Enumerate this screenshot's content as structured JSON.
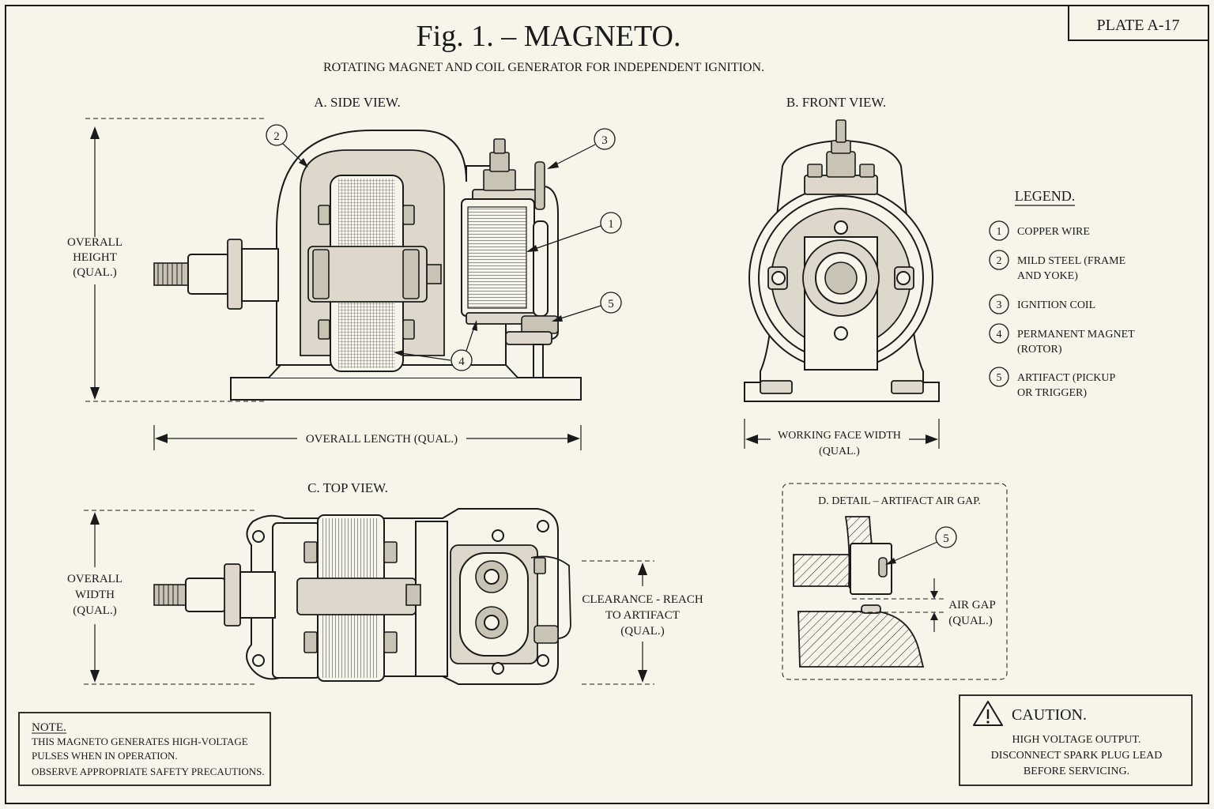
{
  "plate": "PLATE A-17",
  "title": "Fig. 1. – MAGNETO.",
  "subtitle": "ROTATING MAGNET AND COIL GENERATOR FOR INDEPENDENT IGNITION.",
  "views": {
    "side": "A.  SIDE VIEW.",
    "front": "B.  FRONT  VIEW.",
    "top": "C.  TOP  VIEW.",
    "detail": "D.  DETAIL – ARTIFACT AIR GAP."
  },
  "dimensions": {
    "overall_height": [
      "OVERALL",
      "HEIGHT",
      "(QUAL.)"
    ],
    "overall_length": "OVERALL  LENGTH  (QUAL.)",
    "working_face_width": [
      "WORKING FACE WIDTH",
      "(QUAL.)"
    ],
    "overall_width": [
      "OVERALL",
      "WIDTH",
      "(QUAL.)"
    ],
    "clearance": [
      "CLEARANCE - REACH",
      "TO ARTIFACT",
      "(QUAL.)"
    ],
    "air_gap": [
      "AIR GAP",
      "(QUAL.)"
    ]
  },
  "callouts": {
    "c1": "1",
    "c2": "2",
    "c3": "3",
    "c4": "4",
    "c5": "5",
    "c5d": "5"
  },
  "legend": {
    "title": "LEGEND.",
    "items": [
      {
        "num": "1",
        "lines": [
          "COPPER WIRE"
        ]
      },
      {
        "num": "2",
        "lines": [
          "MILD STEEL (FRAME",
          "AND YOKE)"
        ]
      },
      {
        "num": "3",
        "lines": [
          "IGNITION COIL"
        ]
      },
      {
        "num": "4",
        "lines": [
          "PERMANENT MAGNET",
          "(ROTOR)"
        ]
      },
      {
        "num": "5",
        "lines": [
          "ARTIFACT (PICKUP",
          "OR TRIGGER)"
        ]
      }
    ]
  },
  "note": {
    "title": "NOTE.",
    "lines": [
      "THIS MAGNETO GENERATES HIGH-VOLTAGE",
      "PULSES WHEN IN OPERATION.",
      "OBSERVE APPROPRIATE SAFETY PRECAUTIONS."
    ]
  },
  "caution": {
    "title": "CAUTION.",
    "lines": [
      "HIGH VOLTAGE OUTPUT.",
      "DISCONNECT SPARK PLUG LEAD",
      "BEFORE SERVICING."
    ]
  }
}
